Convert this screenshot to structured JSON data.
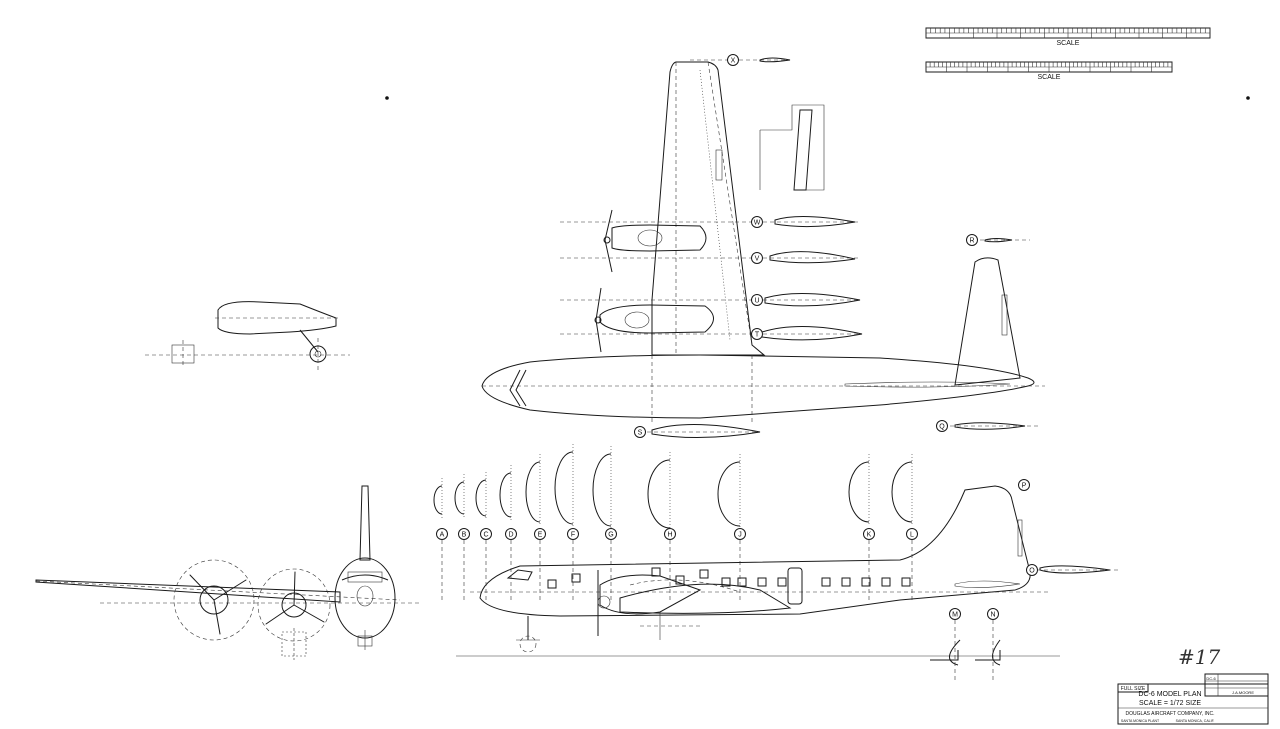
{
  "title_block": {
    "scale_box_label": "FULL SIZE",
    "drawing_title": "DC-6 MODEL PLAN",
    "drawing_scale": "SCALE = 1/72 SIZE",
    "company": "DOUGLAS AIRCRAFT COMPANY, INC.",
    "plant_left": "SANTA MONICA PLANT",
    "plant_right": "SANTA MONICA, CALIF.",
    "model_code": "DC-6",
    "drawn_by": "J.A.MOORE"
  },
  "scales": {
    "top_label": "SCALE",
    "bottom_label": "SCALE"
  },
  "handwritten_mark": "#17",
  "section_labels": {
    "plan_view": [
      "X",
      "W",
      "V",
      "U",
      "T",
      "S",
      "R",
      "Q"
    ],
    "side_view_top": [
      "A",
      "B",
      "C",
      "D",
      "E",
      "F",
      "G",
      "H",
      "J",
      "K",
      "L"
    ],
    "side_view_tail": [
      "P",
      "O",
      "M",
      "N"
    ]
  }
}
